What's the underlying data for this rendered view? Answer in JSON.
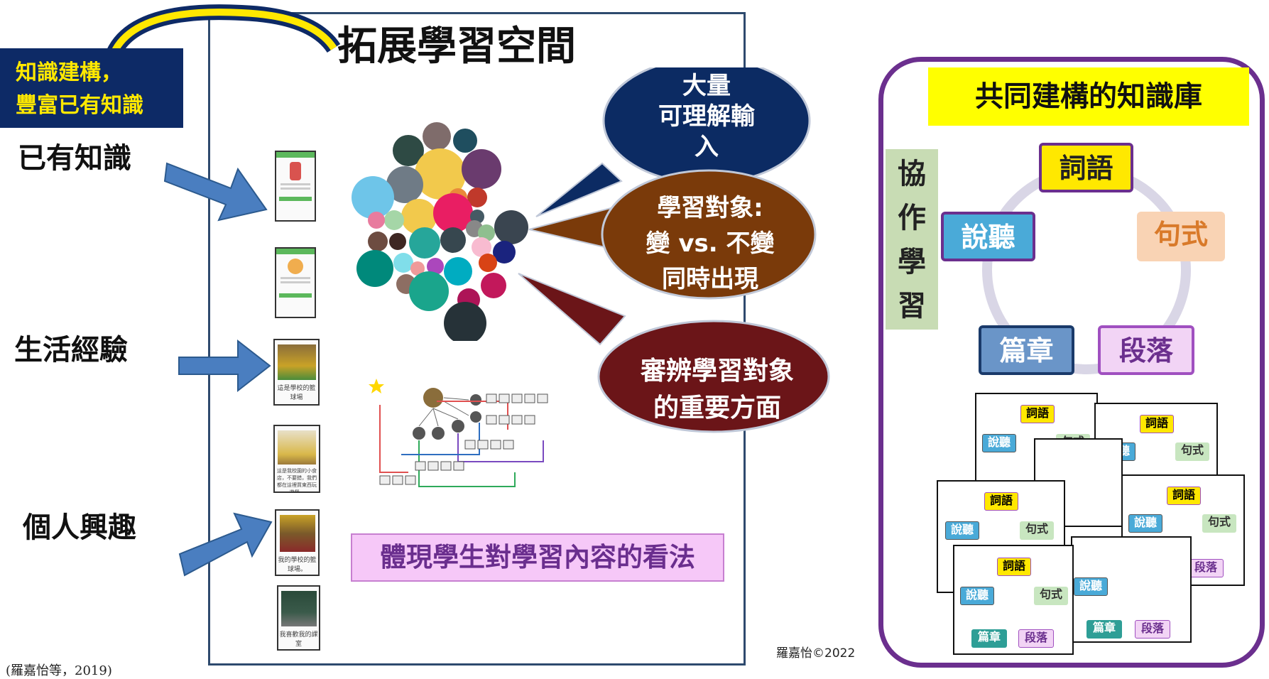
{
  "title": "拓展學習空間",
  "knowledge_box": {
    "line1": "知識建構，",
    "line2": "豐富已有知識"
  },
  "left_labels": {
    "prior": "已有知識",
    "life": "生活經驗",
    "interest": "個人興趣"
  },
  "thumbs": [
    {
      "caption": ""
    },
    {
      "caption": ""
    },
    {
      "caption": "這是學校的籃球場"
    },
    {
      "caption": "這是我校園的小食店，不要錯，我們都在這裡買東西玩遊戲。"
    },
    {
      "caption": "我的學校的籃球場。"
    },
    {
      "caption": "我喜歡我的課室"
    }
  ],
  "bubbles": {
    "b1": {
      "line1": "大量",
      "line2": "可理解輸",
      "line3": "入"
    },
    "b2": {
      "line1": "學習對象:",
      "line2": "變 vs. 不變",
      "line3": "同時出現"
    },
    "b3": {
      "line1": "審辨學習對象",
      "line2": "的重要方面"
    }
  },
  "pink_label": "體現學生對學習內容的看法",
  "credit": "羅嘉怡©2022",
  "citation": "(羅嘉怡等，2019)",
  "right": {
    "header": "共同建構的知識庫",
    "collab": [
      "協",
      "作",
      "學",
      "習"
    ],
    "cycle": {
      "ci": "詞語",
      "ju": "句式",
      "duan": "段落",
      "pian": "篇章",
      "shuo": "說聽"
    }
  },
  "colors": {
    "navy": "#0d2a66",
    "yellow": "#ffe800",
    "purple": "#6b2f8e",
    "bubble_navy": "#0c2b63",
    "bubble_brown": "#7a3a0a",
    "bubble_maroon": "#6b1518"
  }
}
